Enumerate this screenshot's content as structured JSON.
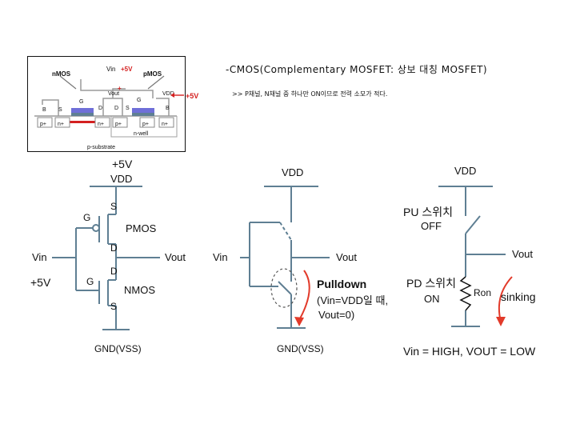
{
  "title": "-CMOS(Complementary MOSFET: 상보 대칭 MOSFET)",
  "subtitle": ">> P채널, N채널 중 하나만 ON이므로 전력 소모가 적다.",
  "cross_section": {
    "nmos": "nMOS",
    "pmos": "pMOS",
    "vin": "Vin",
    "plus5v_gate": "+5V",
    "plus_sign": "+",
    "vout": "Vout",
    "vdd": "VDD",
    "plus5v_right": "+5V",
    "b_left": "B",
    "s_left": "S",
    "g_left": "G",
    "d_left": "D",
    "d_right": "D",
    "s_right": "S",
    "g_right": "G",
    "b_right": "B",
    "p_plus": "p+",
    "n_plus": "n+",
    "n_well": "n-well",
    "p_substrate": "p-substrate"
  },
  "inverter": {
    "plus5v_top": "+5V",
    "vdd": "VDD",
    "s_top": "S",
    "g_top": "G",
    "pmos": "PMOS",
    "d_top": "D",
    "vin": "Vin",
    "vout": "Vout",
    "d_bottom": "D",
    "plus5v_left": "+5V",
    "g_bottom": "G",
    "nmos": "NMOS",
    "s_bottom": "S",
    "gnd": "GND(VSS)"
  },
  "switch_model": {
    "vdd": "VDD",
    "vin": "Vin",
    "vout": "Vout",
    "pulldown": "Pulldown",
    "cond1": "(Vin=VDD일 때,",
    "cond2": "Vout=0)",
    "gnd": "GND(VSS)"
  },
  "resistor_model": {
    "vdd": "VDD",
    "pu1": "PU 스위치",
    "pu2": "OFF",
    "vout": "Vout",
    "pd1": "PD 스위치",
    "pd2": "ON",
    "ron": "Ron",
    "sinking": "sinking",
    "equation": "Vin = HIGH, VOUT = LOW"
  },
  "colors": {
    "red": "#d42020",
    "arrow": "#e23a2a",
    "blue": "#6f6fd8",
    "steel": "#5f7f93",
    "gray": "#a0a0a0"
  }
}
